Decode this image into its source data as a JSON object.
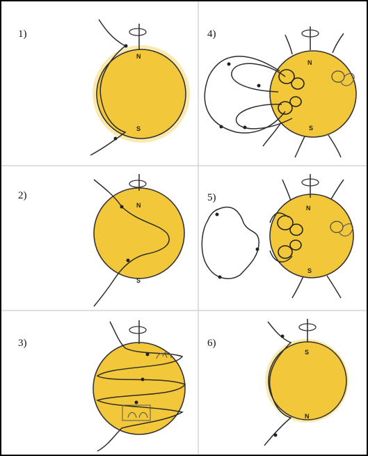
{
  "panels": [
    {
      "label": "1)",
      "north": "N",
      "south": "S"
    },
    {
      "label": "2)",
      "north": "N",
      "south": "S"
    },
    {
      "label": "3)",
      "north": "",
      "south": ""
    },
    {
      "label": "4)",
      "north": "N",
      "south": "S"
    },
    {
      "label": "5)",
      "north": "N",
      "south": "S"
    },
    {
      "label": "6)",
      "north": "S",
      "south": "N"
    }
  ],
  "colors": {
    "sun": "#f2c73a",
    "border": "#000000",
    "divider": "#c9c9c9"
  }
}
